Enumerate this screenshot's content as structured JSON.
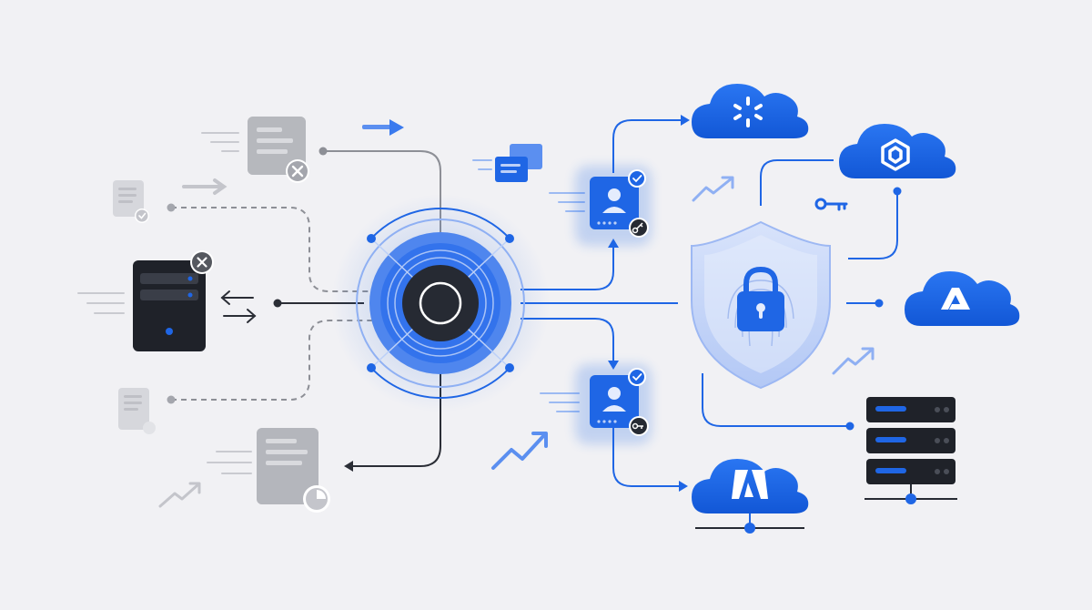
{
  "diagram": {
    "type": "network-identity-security-illustration",
    "has_text_labels": false,
    "colors": {
      "background": "#f1f1f4",
      "accent_blue": "#1f66e5",
      "blue_light": "#5b8ff0",
      "blue_soft": "#b9cdf7",
      "hub_dark": "#262a33",
      "gray_doc": "#a4a6ad",
      "gray_doc_light": "#d6d7dc",
      "line_gray": "#8d8f96",
      "dark_server": "#1f2229"
    },
    "left_nodes": [
      {
        "id": "doc-top",
        "icon": "document-error-icon",
        "status": "error"
      },
      {
        "id": "doc-small-verified",
        "icon": "document-check-icon",
        "status": "verified"
      },
      {
        "id": "dark-server",
        "icon": "server-error-icon",
        "status": "error"
      },
      {
        "id": "doc-small-lower",
        "icon": "document-icon",
        "status": "idle"
      },
      {
        "id": "doc-bottom",
        "icon": "document-chart-icon",
        "status": "idle"
      }
    ],
    "hub": {
      "icon": "hub-ring-icon"
    },
    "identity_cards": [
      {
        "id": "id-upper",
        "icon": "user-card-icon",
        "badge": "checkmark-icon",
        "credential": "key-icon"
      },
      {
        "id": "id-lower",
        "icon": "user-card-icon",
        "badge": "checkmark-icon",
        "credential": "key-icon"
      }
    ],
    "shield": {
      "icon": "shield-lock-fingerprint-icon"
    },
    "clouds": [
      {
        "id": "cloud-top",
        "icon": "asterisk-logo-icon"
      },
      {
        "id": "cloud-upper-right",
        "icon": "hexagon-logo-icon"
      },
      {
        "id": "cloud-mid-right",
        "icon": "a-logo-icon"
      },
      {
        "id": "cloud-bottom",
        "icon": "adobe-logo-icon"
      }
    ],
    "server_rack": {
      "icon": "server-rack-icon",
      "units": 3
    }
  }
}
